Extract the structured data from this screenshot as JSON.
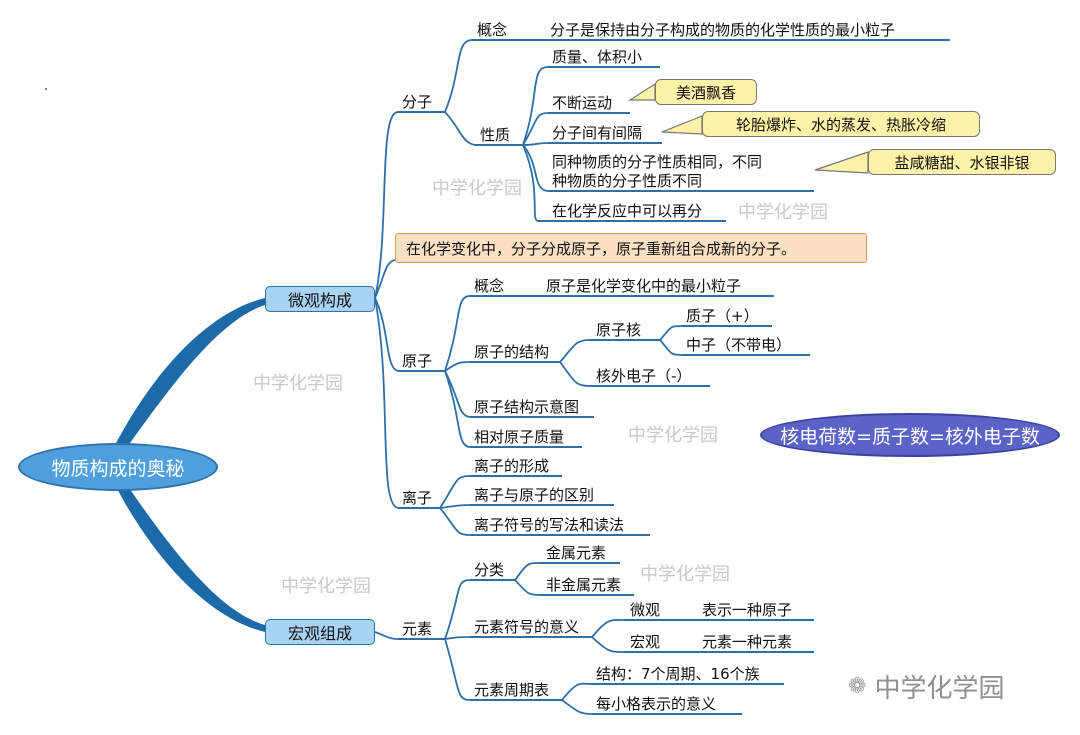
{
  "root": "物质构成的奥秘",
  "micro": {
    "label": "微观构成",
    "molecule": {
      "label": "分子",
      "concept_label": "概念",
      "concept_text": "分子是保持由分子构成的物质的化学性质的最小粒子",
      "property_label": "性质",
      "properties": [
        "质量、体积小",
        "不断运动",
        "分子间有间隔",
        "同种物质的分子性质相同，不同",
        "种物质的分子性质不同",
        "在化学反应中可以再分"
      ],
      "callouts": [
        "美酒飘香",
        "轮胎爆炸、水的蒸发、热胀冷缩",
        "盐咸糖甜、水银非银"
      ]
    },
    "reaction_note": "在化学变化中，分子分成原子，原子重新组合成新的分子。",
    "atom": {
      "label": "原子",
      "concept_label": "概念",
      "concept_text": "原子是化学变化中的最小粒子",
      "structure_label": "原子的结构",
      "nucleus_label": "原子核",
      "proton": "质子（+）",
      "neutron": "中子（不带电）",
      "electron": "核外电子（-）",
      "diagram": "原子结构示意图",
      "relative_mass": "相对原子质量"
    },
    "ion": {
      "label": "离子",
      "items": [
        "离子的形成",
        "离子与原子的区别",
        "离子符号的写法和读法"
      ]
    },
    "charge_equation": "核电荷数=质子数=核外电子数"
  },
  "macro": {
    "label": "宏观组成",
    "element": {
      "label": "元素",
      "classify_label": "分类",
      "metal": "金属元素",
      "nonmetal": "非金属元素",
      "symbol_label": "元素符号的意义",
      "micro_label": "微观",
      "micro_text": "表示一种原子",
      "macro_label": "宏观",
      "macro_text": "元素一种元素",
      "table_label": "元素周期表",
      "table_structure": "结构：7个周期、16个族",
      "table_cell": "每小格表示的意义"
    }
  },
  "watermark": "中学化学园",
  "brand": {
    "icon": "wechat-icon",
    "text": "中学化学园"
  },
  "colors": {
    "branch_line": "#2e6fa6",
    "trunk": "#1d6aa8",
    "callout": "#fdf2a7",
    "note": "#fbe0c4",
    "equation": "#5b63c7"
  }
}
